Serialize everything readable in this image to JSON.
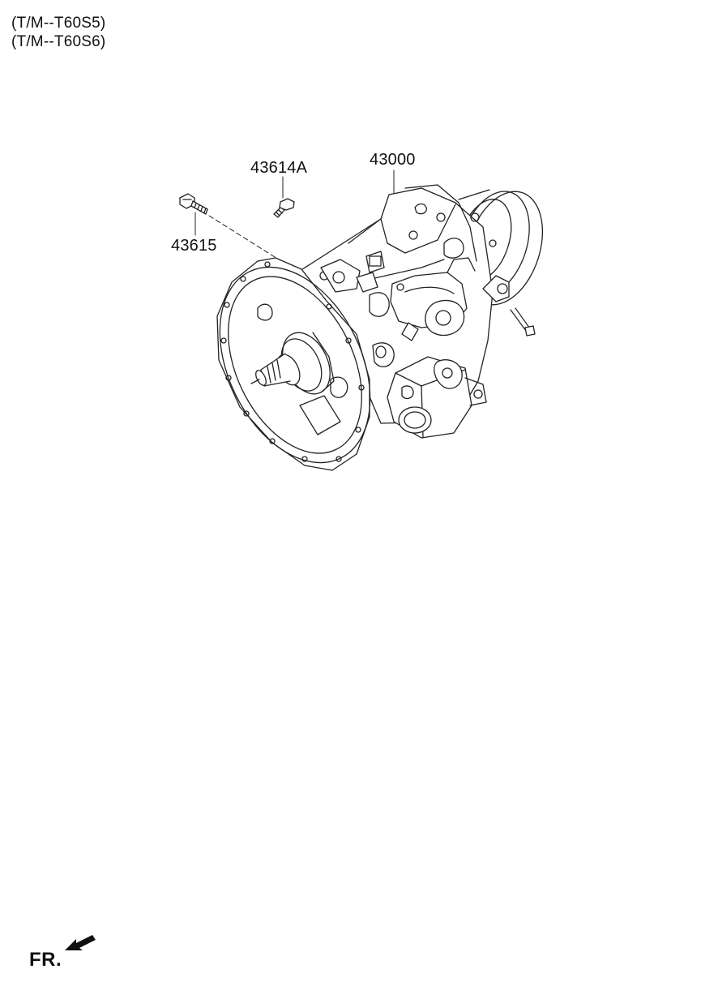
{
  "variants": [
    "(T/M--T60S5)",
    "(T/M--T60S6)"
  ],
  "callouts": {
    "assembly": "43000",
    "bolt_small": "43614A",
    "bolt_long": "43615"
  },
  "direction": {
    "label": "FR."
  }
}
